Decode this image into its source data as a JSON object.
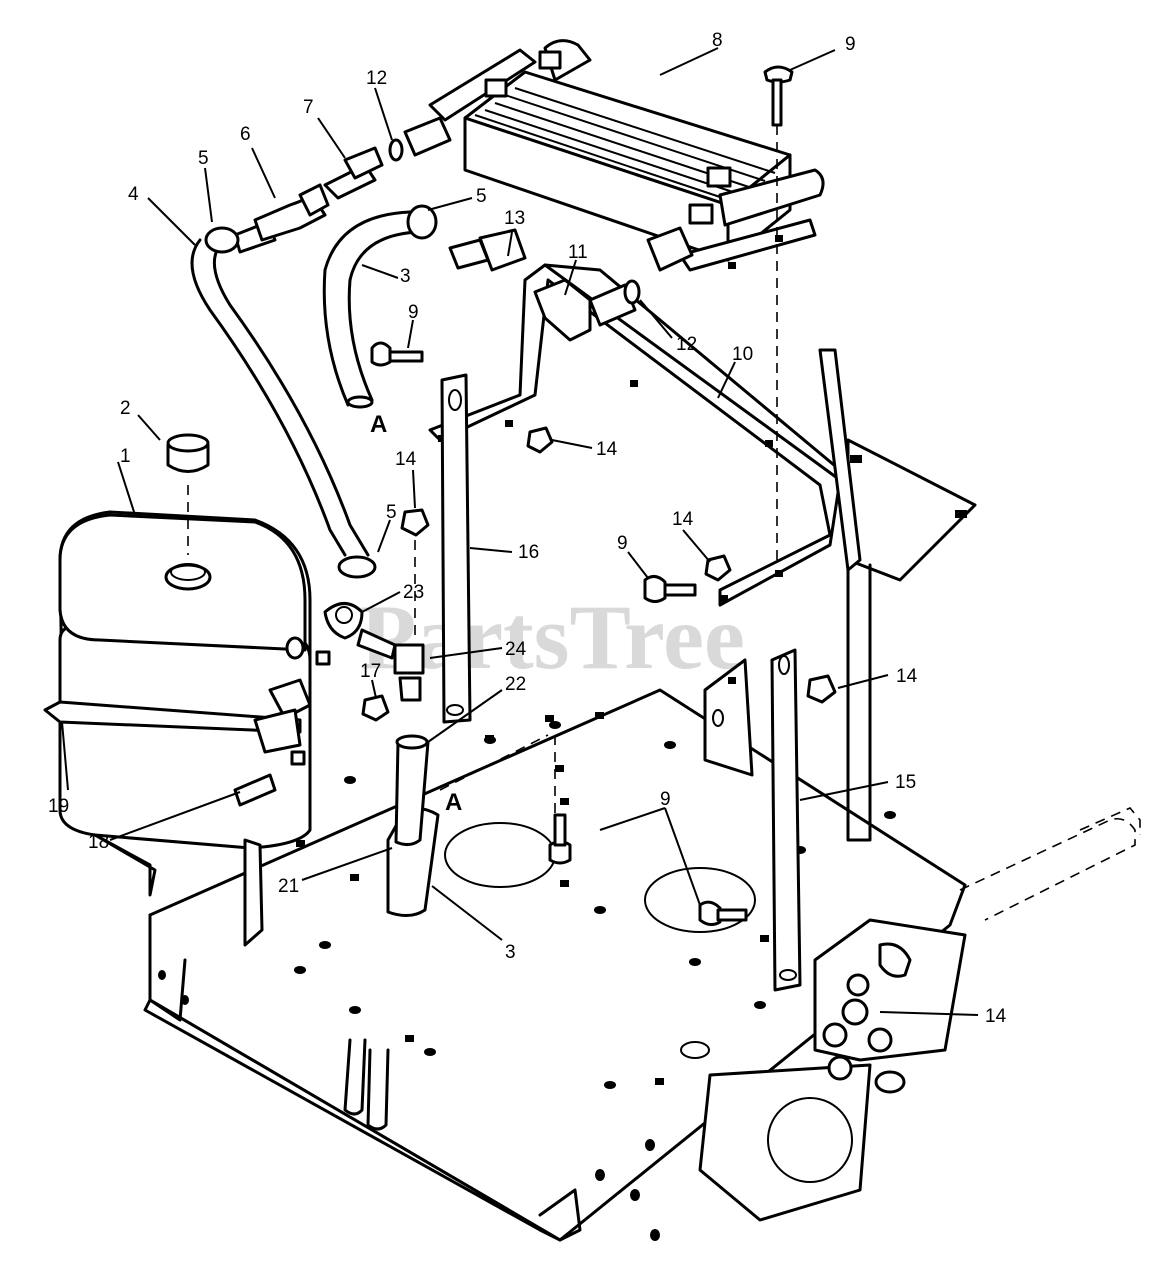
{
  "watermark": "PartsTree",
  "section_marker": "A",
  "callouts": [
    "1",
    "2",
    "3",
    "3",
    "4",
    "5",
    "5",
    "5",
    "6",
    "7",
    "8",
    "9",
    "9",
    "9",
    "9",
    "9",
    "10",
    "11",
    "12",
    "12",
    "13",
    "14",
    "14",
    "14",
    "14",
    "14",
    "15",
    "16",
    "17",
    "18",
    "19",
    "21",
    "22",
    "23",
    "24"
  ]
}
